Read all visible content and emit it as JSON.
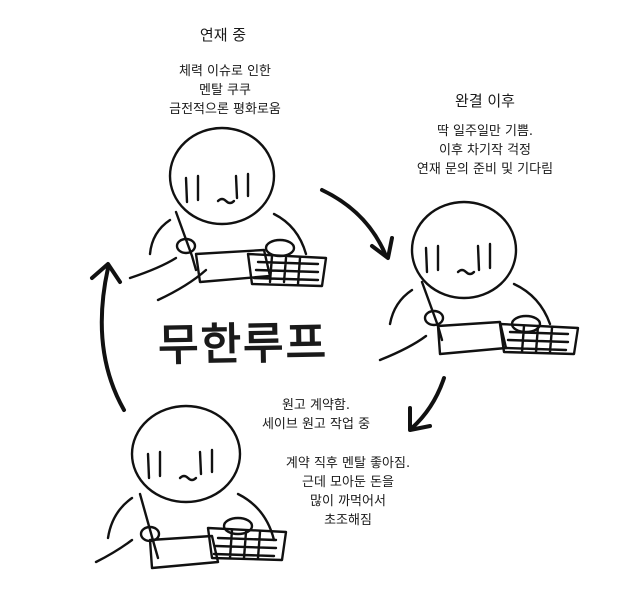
{
  "title": "무한루프",
  "phases": {
    "serial": {
      "title": "연재 중",
      "lines": [
        "체력 이슈로 인한",
        "멘탈 쿠쿠",
        "금전적으론 평화로움"
      ]
    },
    "after": {
      "title": "완결 이후",
      "lines": [
        "딱 일주일만 기쁨.",
        "이후 차기작 걱정",
        "연재 문의 준비 및 기다림"
      ]
    },
    "contract": {
      "title_lines": [
        "원고 계약함.",
        "세이브 원고 작업 중"
      ],
      "lines": [
        "계약 직후 멘탈 좋아짐.",
        "근데 모아둔 돈을",
        "많이 까먹어서",
        "초조해짐"
      ]
    }
  }
}
